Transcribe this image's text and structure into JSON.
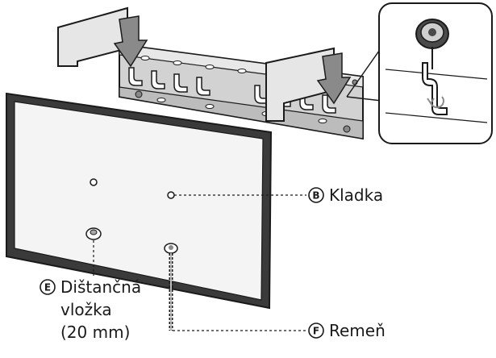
{
  "labels": {
    "b": {
      "letter": "B",
      "text": "Kladka"
    },
    "e": {
      "letter": "E",
      "lines": [
        "Dištančná",
        "vložka",
        "(20 mm)"
      ]
    },
    "f": {
      "letter": "F",
      "text": "Remeň"
    }
  },
  "colors": {
    "line": "#1a1a1a",
    "panel": "#e6e6e6",
    "bracket": "#d2d2d2",
    "tv_frame": "#3a3a3a",
    "tv_inner": "#f4f4f4",
    "arrow": "#8a8a8a"
  }
}
